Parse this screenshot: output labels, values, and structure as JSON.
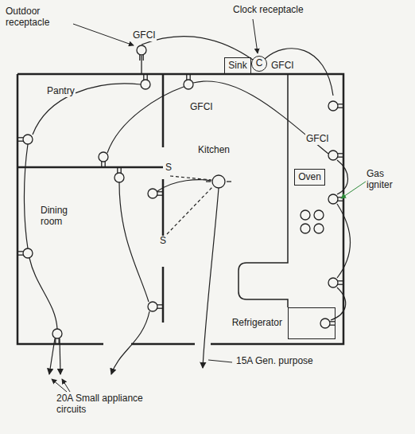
{
  "diagram": {
    "nodes": [
      {
        "text": [
          "Sink"
        ]
      },
      {
        "text": [
          "C"
        ]
      },
      {
        "text": [
          "Oven"
        ]
      },
      {
        "text": [
          "Refrigerator"
        ]
      }
    ],
    "labels": [
      "Outdoor receptacle",
      "GFCI",
      "Clock receptacle",
      "GFCI",
      "Pantry",
      "GFCI",
      "Kitchen",
      "GFCI",
      "S",
      "S",
      "Dining room",
      "Gas igniter",
      "15A Gen. purpose",
      "20A Small appliance circuits"
    ]
  }
}
